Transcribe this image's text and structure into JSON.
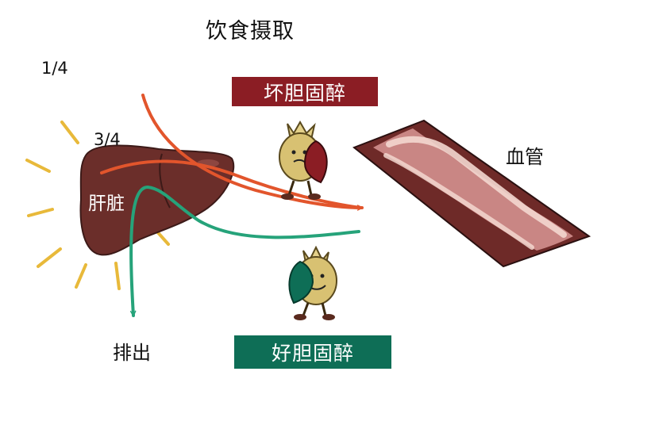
{
  "diagram": {
    "title": "饮食摄取",
    "fractions": {
      "quarter": "1/4",
      "three_quarters": "3/4"
    },
    "organ_label": "肝脏",
    "vessel_label": "血管",
    "excretion_label": "排出",
    "bad_cholesterol": {
      "label": "坏胆固醉",
      "color": "#8b1d24"
    },
    "good_cholesterol": {
      "label": "好胆固醉",
      "color": "#0e6e56"
    },
    "colors": {
      "liver": "#6b2e2a",
      "rays": "#e8b93a",
      "orange_arrow": "#e2552c",
      "green_arrow": "#26a37a",
      "vessel_wall": "#6e2a28",
      "vessel_lumen": "#c98684",
      "vessel_highlight": "#f3d7cf"
    }
  }
}
